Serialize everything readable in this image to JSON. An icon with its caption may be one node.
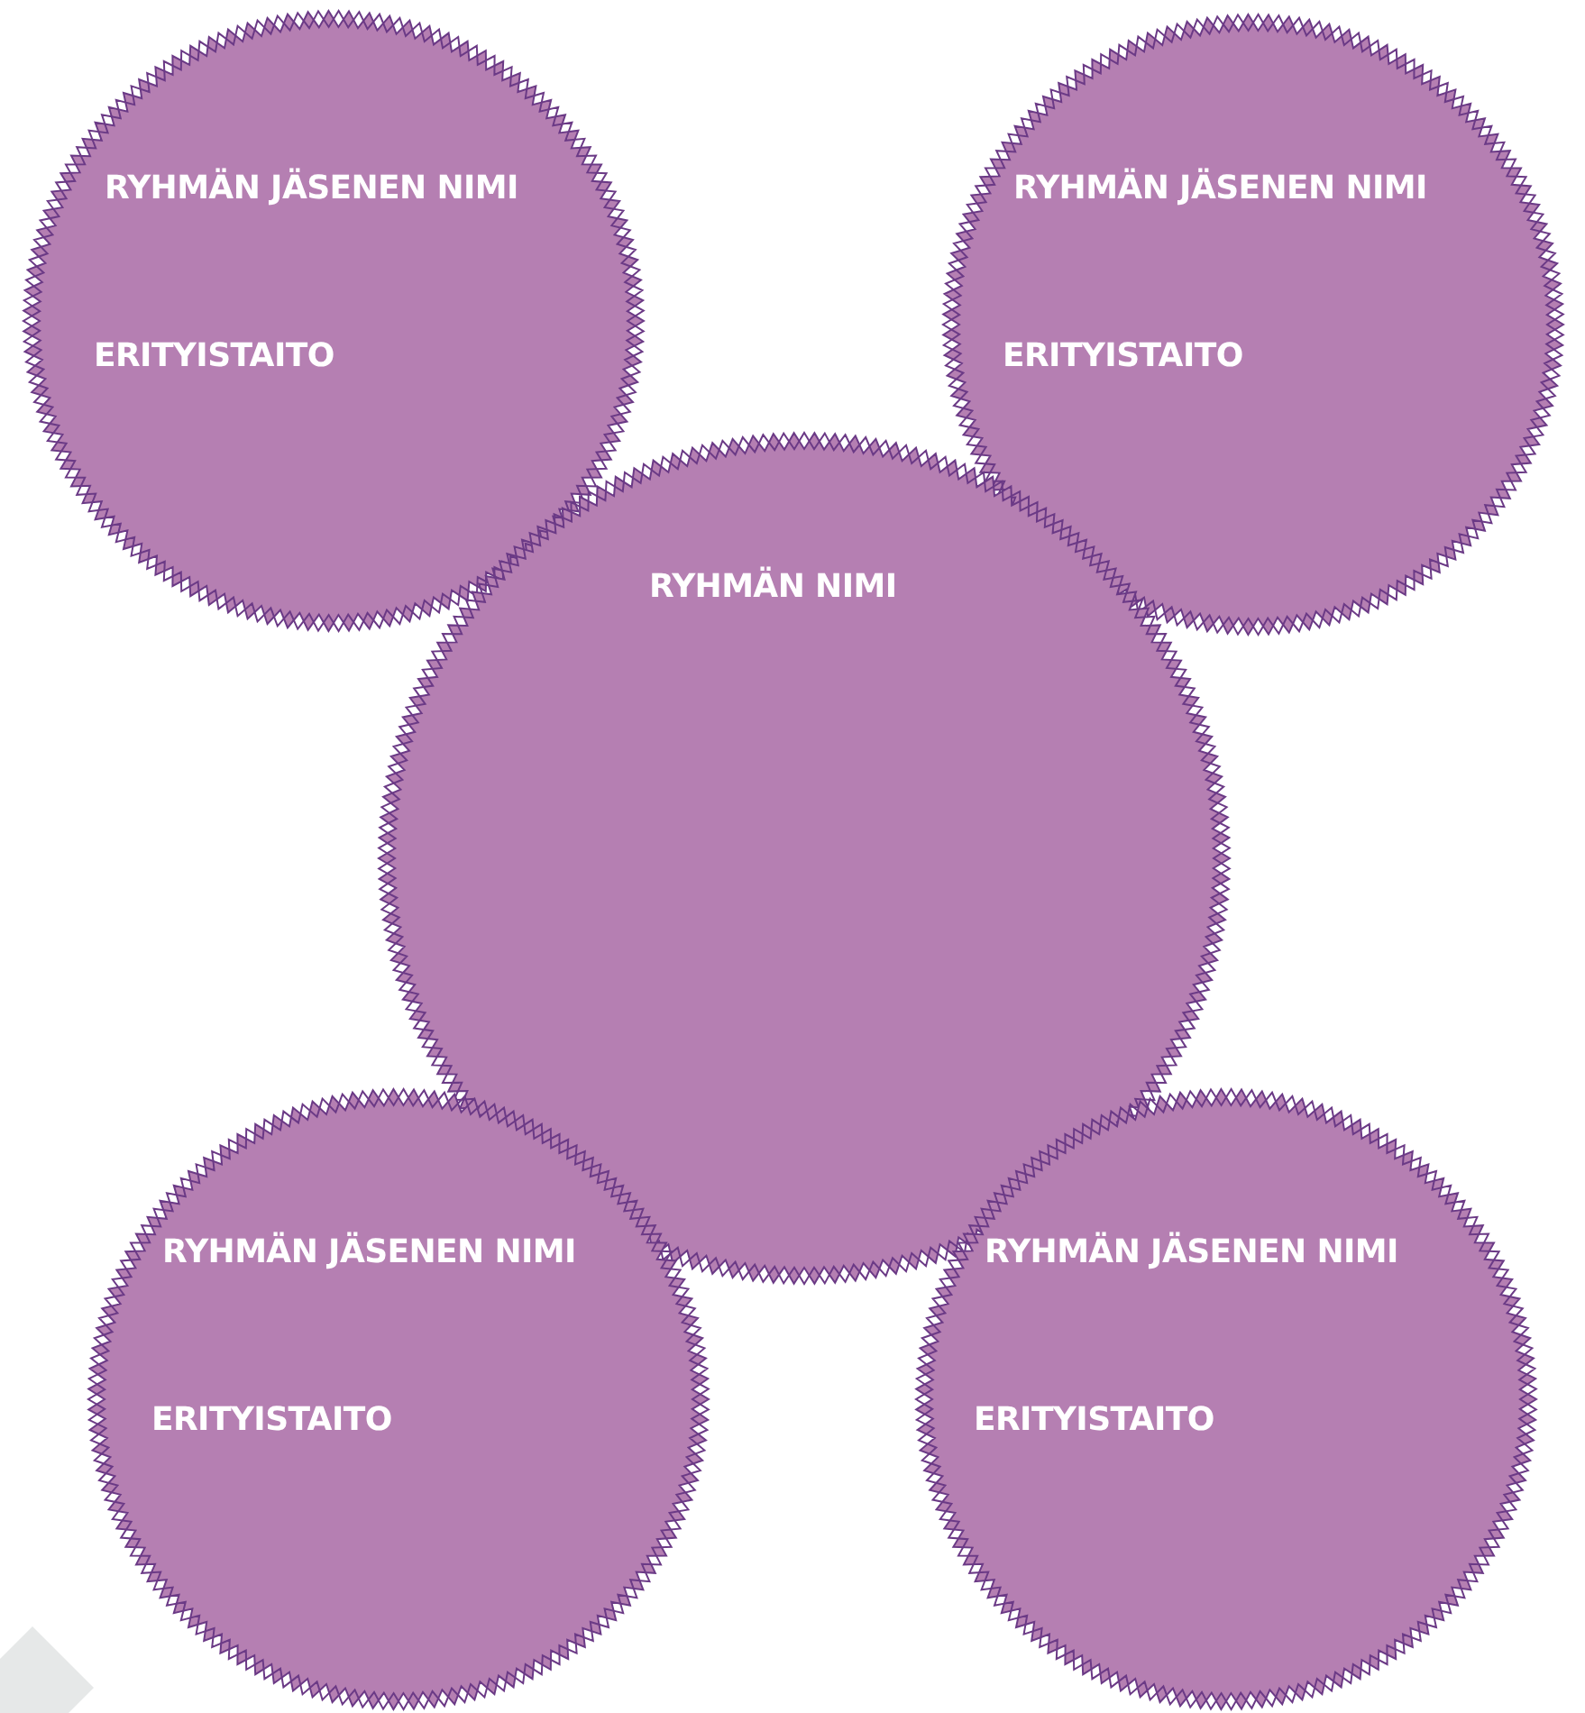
{
  "diagram": {
    "nodes": [
      {
        "text": [
          "RYHMÄN JÄSENEN NIMI",
          "ERITYISTAITO"
        ]
      },
      {
        "text": [
          "RYHMÄN JÄSENEN NIMI",
          "ERITYISTAITO"
        ]
      },
      {
        "text": [
          "RYHMÄN NIMI"
        ]
      },
      {
        "text": [
          "RYHMÄN JÄSENEN NIMI",
          "ERITYISTAITO"
        ]
      },
      {
        "text": [
          "RYHMÄN JÄSENEN NIMI",
          "ERITYISTAITO"
        ]
      }
    ]
  }
}
